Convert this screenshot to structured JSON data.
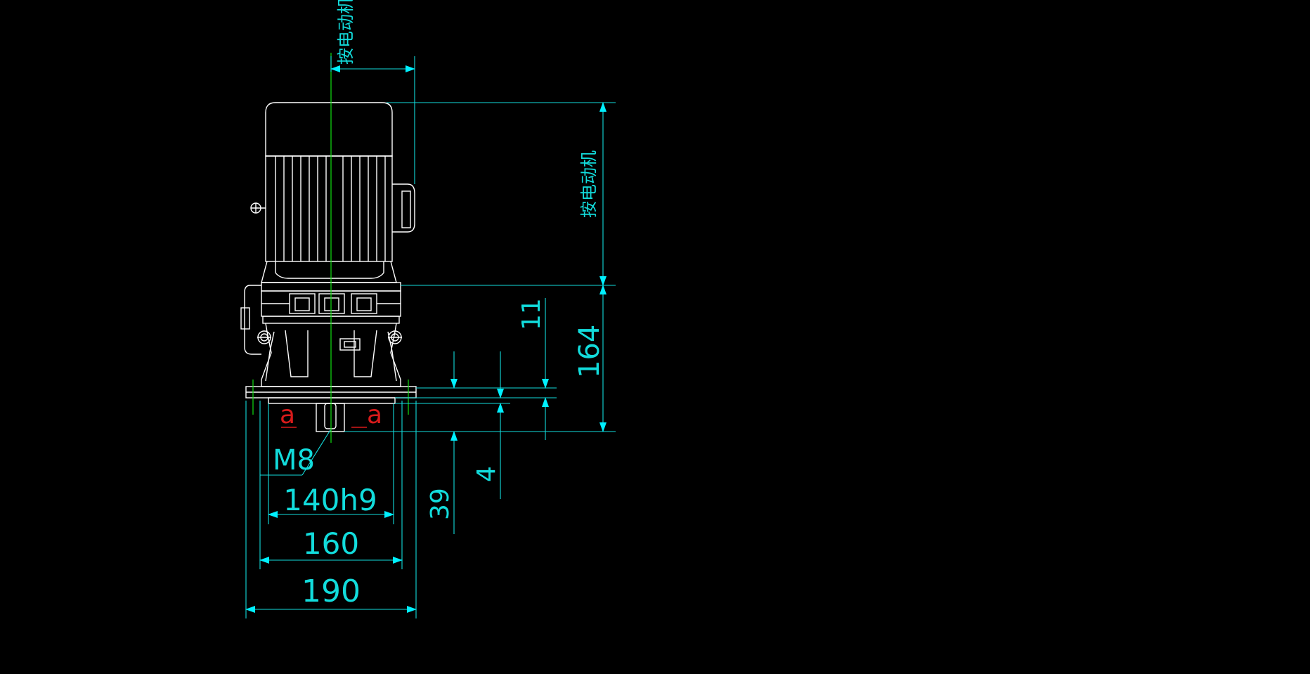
{
  "drawing": {
    "colors": {
      "background": "#000000",
      "outline": "#ffffff",
      "dimension": "#12dcdc",
      "centerline": "#10e010",
      "arrow": "#00f0ff",
      "section_mark": "#d81b1b"
    },
    "top_label": "按电动机",
    "side_label": "按电动机",
    "dims": {
      "d11": "11",
      "d164": "164",
      "d39": "39",
      "d4": "4",
      "m8": "M8",
      "d140": "140h9",
      "d160": "160",
      "d190": "190"
    },
    "section_marks": {
      "left": "a",
      "right": "a"
    }
  }
}
